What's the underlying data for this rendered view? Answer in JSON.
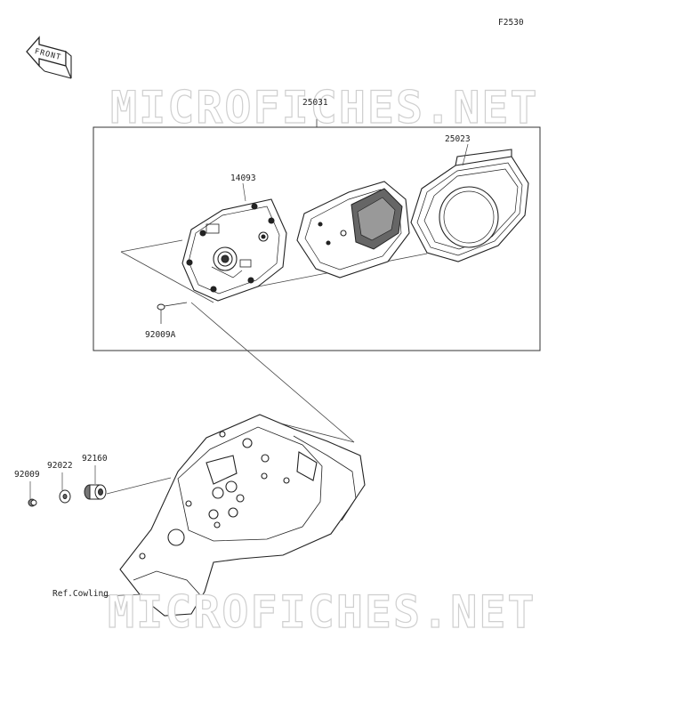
{
  "figure_code": "F2530",
  "front_arrow_label": "FRONT",
  "watermark": "MICROFICHES.NET",
  "parts": {
    "assembly": "25031",
    "cover": "25023",
    "case": "14093",
    "screw_a": "92009A",
    "screw": "92009",
    "washer": "92022",
    "grommet": "92160"
  },
  "reference": "Ref.Cowling"
}
